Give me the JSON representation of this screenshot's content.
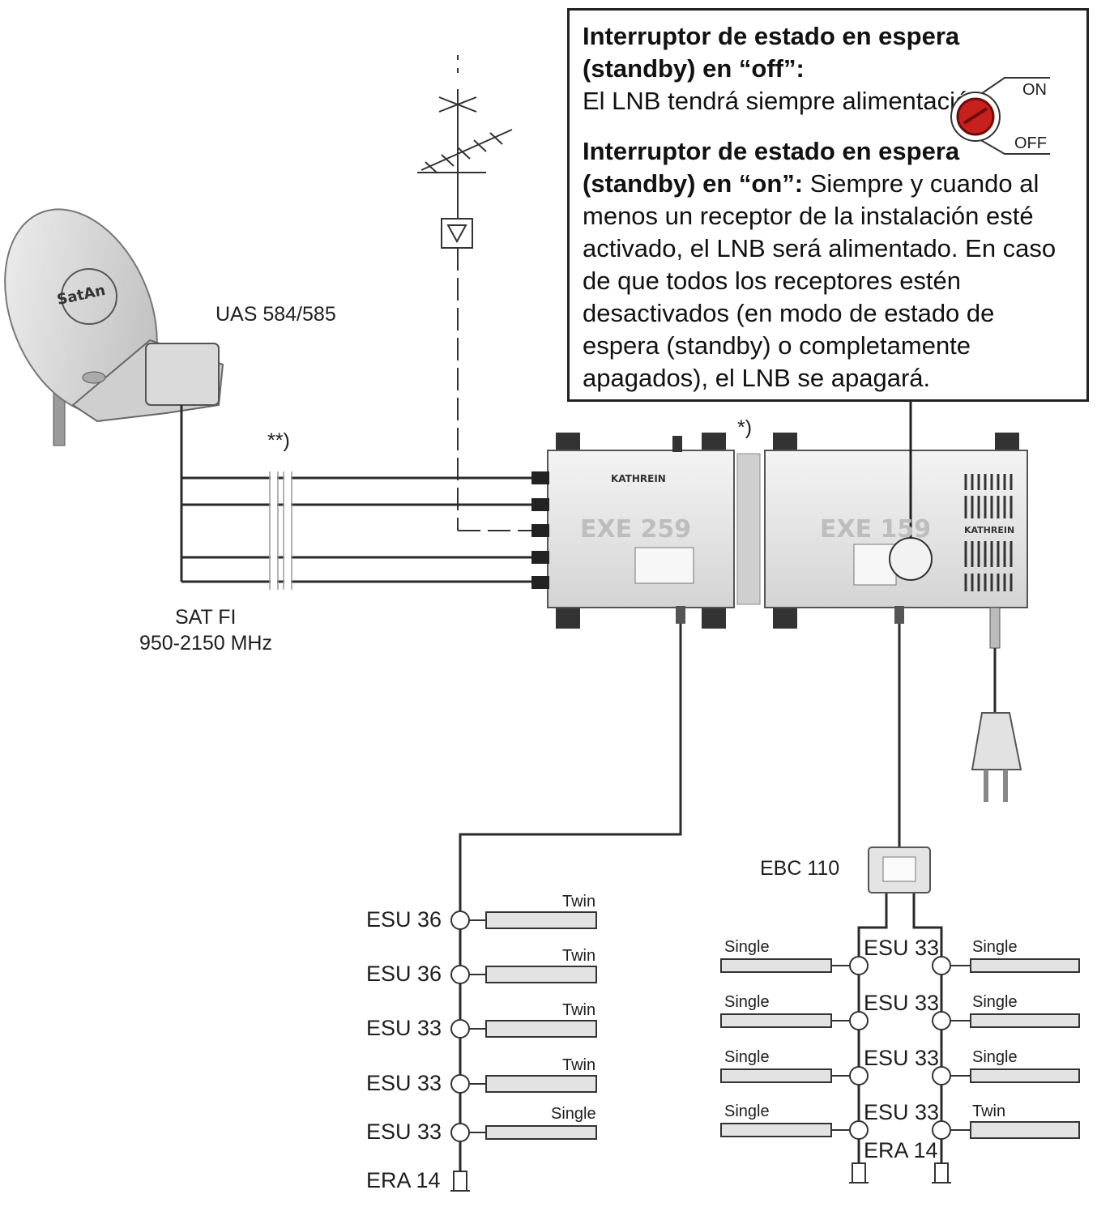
{
  "callout": {
    "off_title": "Interruptor de estado en espera (standby) en “off”:",
    "off_text": "El LNB tendrá siempre alimentación",
    "on_title": "Interruptor de estado en espera (standby) en “on”:",
    "on_text": "Siempre y cuando al menos un receptor de la instalación esté activado, el LNB será alimentado. En caso de que todos los receptores estén desactivados (en modo de estado de espera (standby) o completamente apagados), el LNB se apagará.",
    "switch_on": "ON",
    "switch_off": "OFF"
  },
  "labels": {
    "lnb": "UAS 584/585",
    "note_double": "**)",
    "note_single": "*)",
    "sat_if_1": "SAT FI",
    "sat_if_2": "950-2150 MHz",
    "splitter": "EBC 110"
  },
  "devices": {
    "dish_logo": "SatAn",
    "multiswitch_a": "EXE 259",
    "multiswitch_b": "EXE 159",
    "brand_a": "KATHREIN",
    "brand_b": "KATHREIN"
  },
  "left_chain": [
    {
      "socket": "ESU 36",
      "receiver": "Twin"
    },
    {
      "socket": "ESU 36",
      "receiver": "Twin"
    },
    {
      "socket": "ESU 33",
      "receiver": "Twin"
    },
    {
      "socket": "ESU 33",
      "receiver": "Twin"
    },
    {
      "socket": "ESU 33",
      "receiver": "Single"
    }
  ],
  "left_terminator": "ERA 14",
  "right_rows": [
    {
      "left_receiver": "Single",
      "socket": "ESU 33",
      "right_receiver": "Single"
    },
    {
      "left_receiver": "Single",
      "socket": "ESU 33",
      "right_receiver": "Single"
    },
    {
      "left_receiver": "Single",
      "socket": "ESU 33",
      "right_receiver": "Single"
    },
    {
      "left_receiver": "Single",
      "socket": "ESU 33",
      "right_receiver": "Twin"
    }
  ],
  "right_terminator": "ERA 14",
  "colors": {
    "line": "#2a2a2a",
    "device_fill": "#e6e6e6",
    "device_stroke": "#555555",
    "knob_red": "#c8201c"
  }
}
